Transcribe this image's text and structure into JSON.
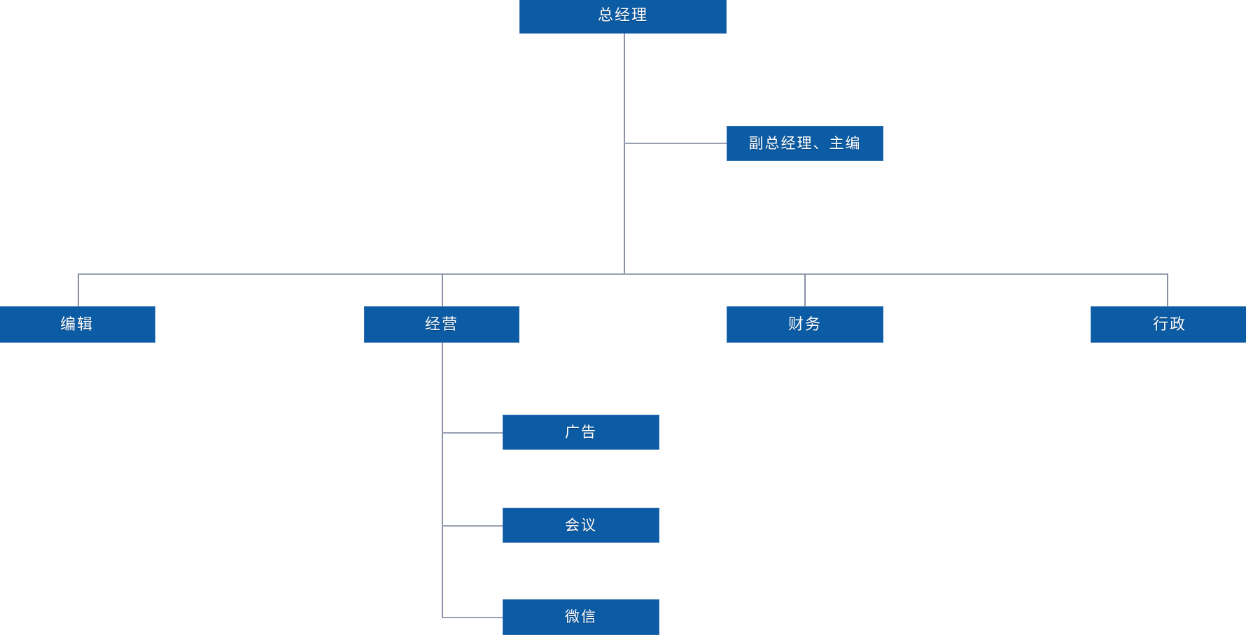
{
  "chart_data": {
    "type": "diagram",
    "diagram_kind": "organization-chart",
    "title": "",
    "orientation": "top-down",
    "box_fill_color": "#0b5ba5",
    "box_border_color": "#2f6fb0",
    "box_text_color": "#ffffff",
    "connector_color": "#8a90a8",
    "background_color": "#ffffff",
    "nodes": [
      {
        "id": "ceo",
        "label": "总经理",
        "level": 0,
        "parent": null
      },
      {
        "id": "deputy",
        "label": "副总经理、主编",
        "level": 1,
        "parent": "ceo"
      },
      {
        "id": "edit",
        "label": "编辑",
        "level": 2,
        "parent": "ceo"
      },
      {
        "id": "operations",
        "label": "经营",
        "level": 2,
        "parent": "ceo"
      },
      {
        "id": "finance",
        "label": "财务",
        "level": 2,
        "parent": "ceo"
      },
      {
        "id": "admin",
        "label": "行政",
        "level": 2,
        "parent": "ceo"
      },
      {
        "id": "ad",
        "label": "广告",
        "level": 3,
        "parent": "operations"
      },
      {
        "id": "meeting",
        "label": "会议",
        "level": 3,
        "parent": "operations"
      },
      {
        "id": "wechat",
        "label": "微信",
        "level": 3,
        "parent": "operations"
      }
    ],
    "edges": [
      {
        "from": "ceo",
        "to": "deputy"
      },
      {
        "from": "ceo",
        "to": "edit"
      },
      {
        "from": "ceo",
        "to": "operations"
      },
      {
        "from": "ceo",
        "to": "finance"
      },
      {
        "from": "ceo",
        "to": "admin"
      },
      {
        "from": "operations",
        "to": "ad"
      },
      {
        "from": "operations",
        "to": "meeting"
      },
      {
        "from": "operations",
        "to": "wechat"
      }
    ]
  },
  "chart": {
    "root": {
      "label": "总经理"
    },
    "staff": {
      "label": "副总经理、主编"
    },
    "departments": [
      {
        "label": "编辑"
      },
      {
        "label": "经营"
      },
      {
        "label": "财务"
      },
      {
        "label": "行政"
      }
    ],
    "operations_units": [
      {
        "label": "广告"
      },
      {
        "label": "会议"
      },
      {
        "label": "微信"
      }
    ]
  }
}
